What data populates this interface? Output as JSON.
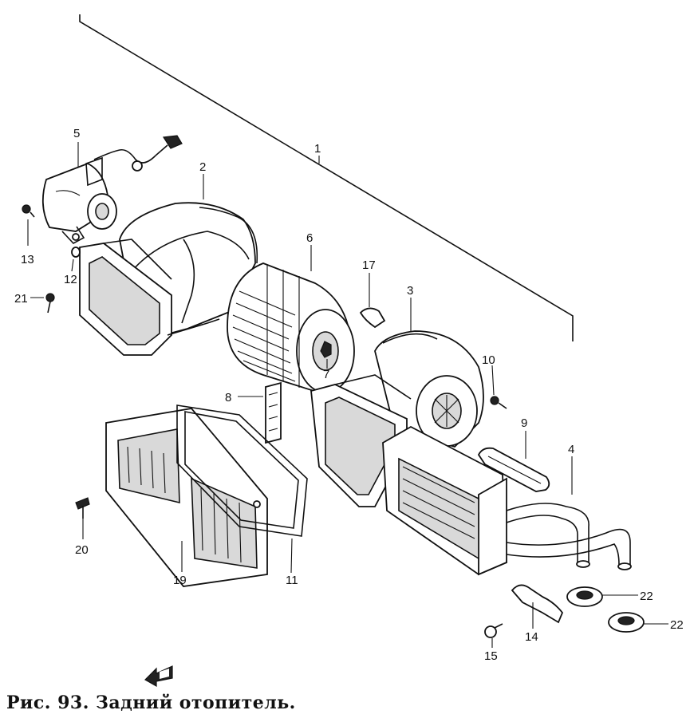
{
  "caption": "Рис. 93. Задний отопитель.",
  "callouts": [
    {
      "id": "1",
      "text": "1"
    },
    {
      "id": "2",
      "text": "2"
    },
    {
      "id": "3",
      "text": "3"
    },
    {
      "id": "4",
      "text": "4"
    },
    {
      "id": "5",
      "text": "5"
    },
    {
      "id": "6",
      "text": "6"
    },
    {
      "id": "7",
      "text": "7"
    },
    {
      "id": "8",
      "text": "8"
    },
    {
      "id": "9",
      "text": "9"
    },
    {
      "id": "10",
      "text": "10"
    },
    {
      "id": "11",
      "text": "11"
    },
    {
      "id": "12",
      "text": "12"
    },
    {
      "id": "13",
      "text": "13"
    },
    {
      "id": "14",
      "text": "14"
    },
    {
      "id": "15",
      "text": "15"
    },
    {
      "id": "17",
      "text": "17"
    },
    {
      "id": "19",
      "text": "19"
    },
    {
      "id": "20",
      "text": "20"
    },
    {
      "id": "21",
      "text": "21"
    },
    {
      "id": "22a",
      "text": "22"
    },
    {
      "id": "22b",
      "text": "22"
    }
  ],
  "icons": {
    "front_direction": "front-arrow-icon"
  }
}
